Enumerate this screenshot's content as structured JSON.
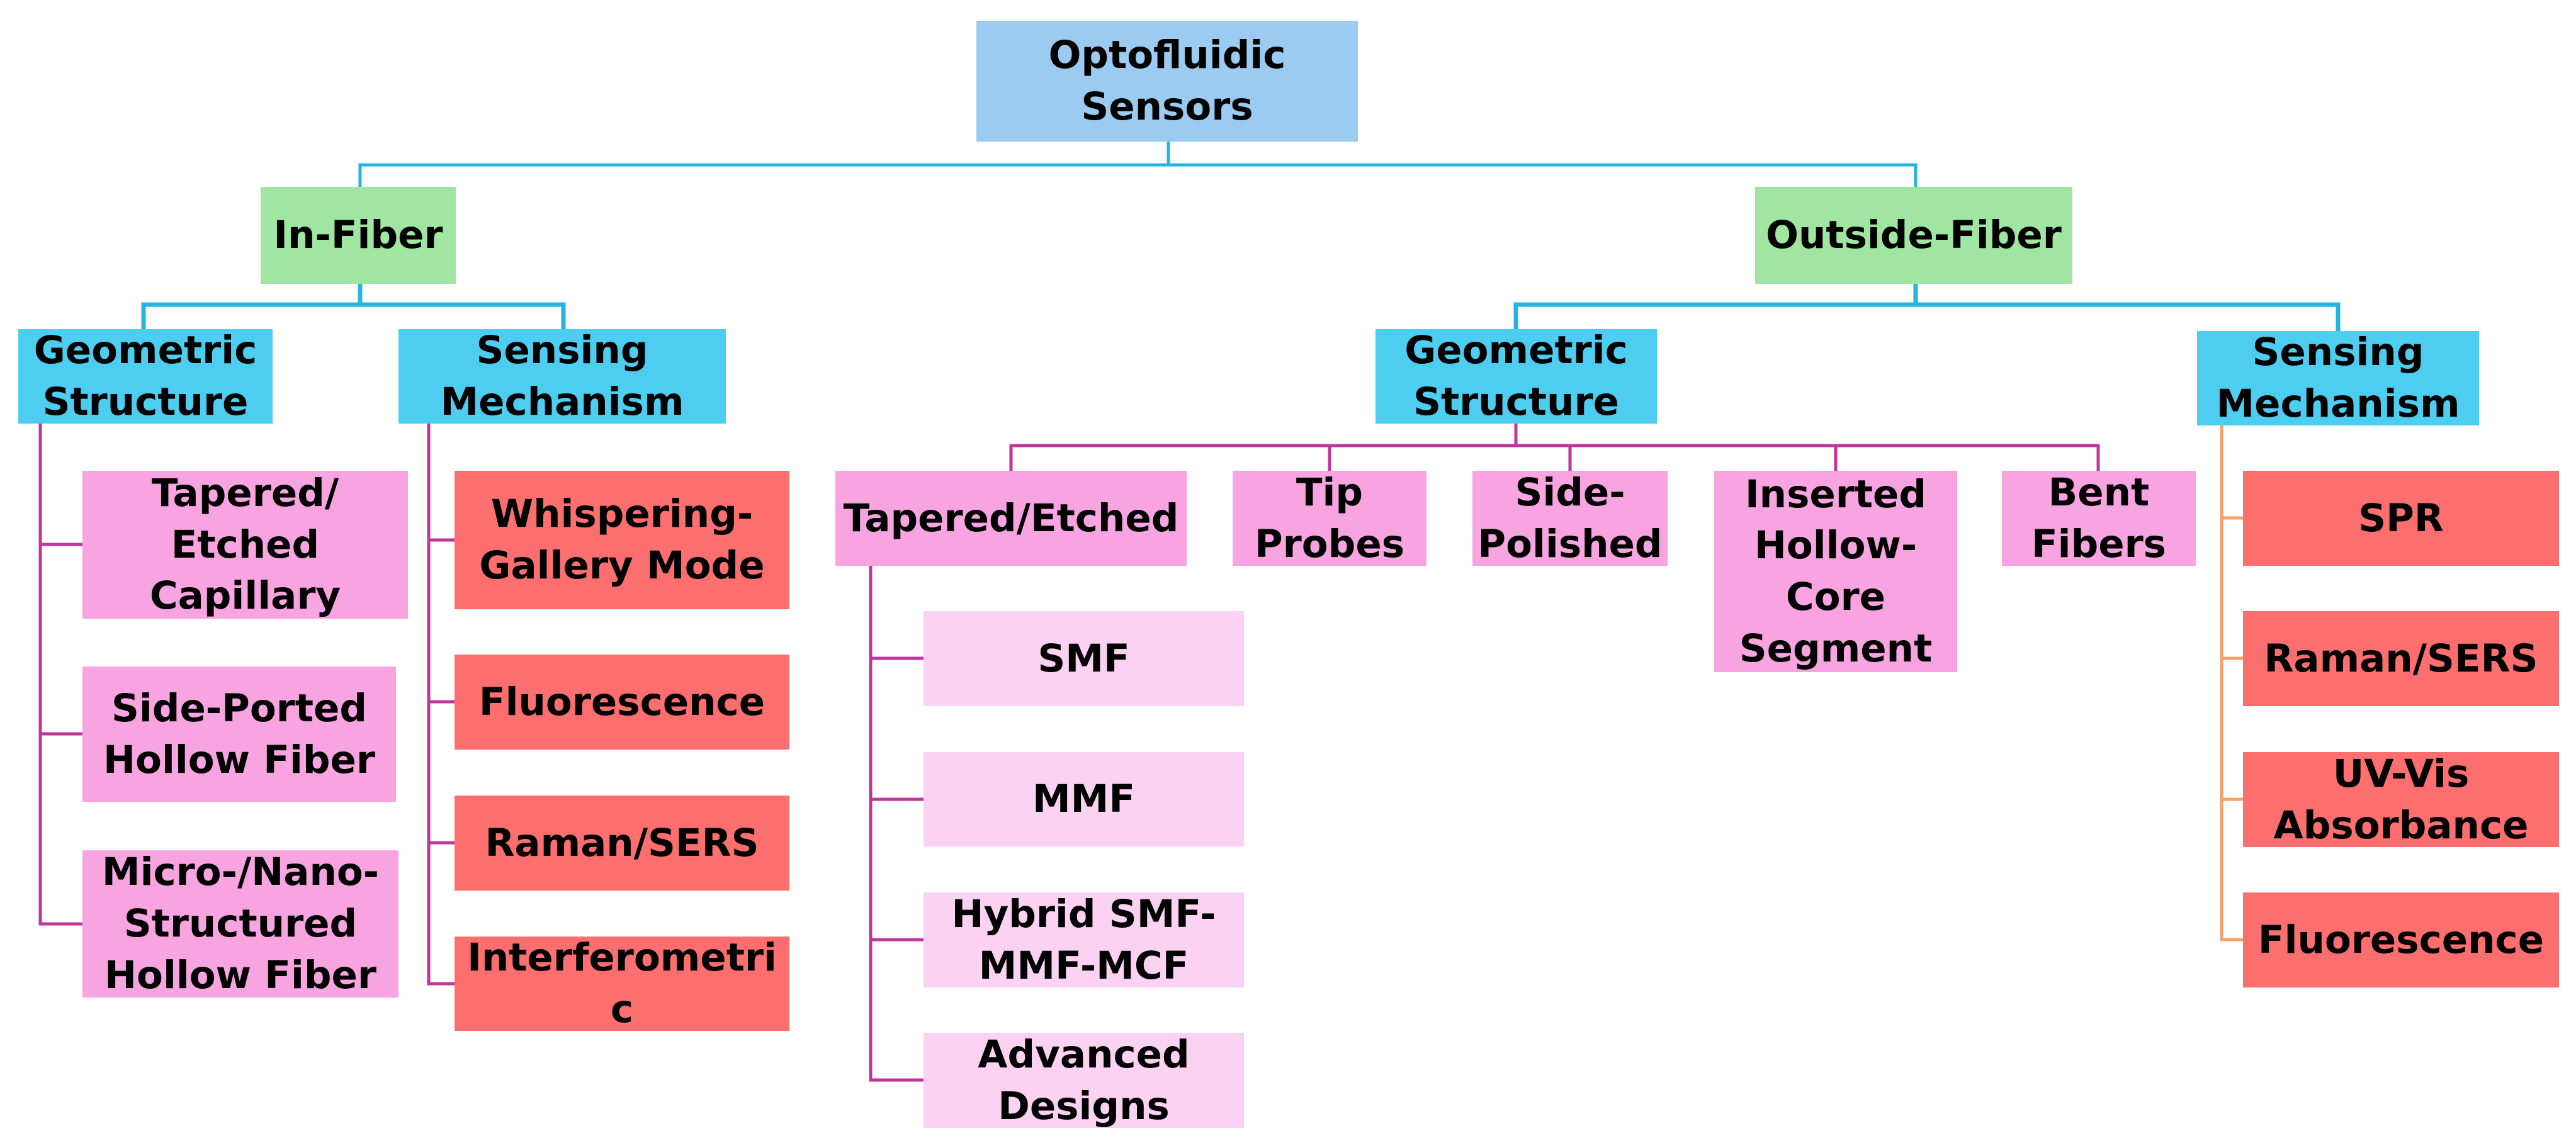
{
  "colors": {
    "root": "#9bcbf0",
    "top_branch": "#a0e6a2",
    "category": "#4dcdf0",
    "structure": "#f7a4e1",
    "variant": "#fbd2f2",
    "mechanism": "#fd6e6e",
    "blue_line": "#26b4e0",
    "magenta_line": "#c0359c",
    "orange_line": "#f8a06a"
  },
  "nodes": {
    "root": {
      "label": "Optofluidic\nSensors"
    },
    "in_fiber": {
      "label": "In-Fiber"
    },
    "outside_fiber": {
      "label": "Outside-Fiber"
    },
    "in_geometric": {
      "label": "Geometric\nStructure"
    },
    "in_sensing": {
      "label": "Sensing\nMechanism"
    },
    "out_geometric": {
      "label": "Geometric\nStructure"
    },
    "out_sensing": {
      "label": "Sensing\nMechanism"
    },
    "in_geo_tapered": {
      "label": "Tapered/\nEtched\nCapillary"
    },
    "in_geo_sideported": {
      "label": "Side-Ported\nHollow Fiber"
    },
    "in_geo_micronano": {
      "label": "Micro-/Nano-\nStructured\nHollow Fiber"
    },
    "in_sens_wgm": {
      "label": "Whispering-\nGallery Mode"
    },
    "in_sens_fluor": {
      "label": "Fluorescence"
    },
    "in_sens_raman": {
      "label": "Raman/SERS"
    },
    "in_sens_interf": {
      "label": "Interferometri\nc"
    },
    "out_geo_tapered": {
      "label": "Tapered/Etched"
    },
    "out_geo_tip": {
      "label": "Tip\nProbes"
    },
    "out_geo_sidepol": {
      "label": "Side-\nPolished"
    },
    "out_geo_inserted": {
      "label": "Inserted\nHollow-\nCore\nSegment"
    },
    "out_geo_bent": {
      "label": "Bent\nFibers"
    },
    "out_tap_smf": {
      "label": "SMF"
    },
    "out_tap_mmf": {
      "label": "MMF"
    },
    "out_tap_hybrid": {
      "label": "Hybrid SMF-\nMMF-MCF"
    },
    "out_tap_advanced": {
      "label": "Advanced\nDesigns"
    },
    "out_sens_spr": {
      "label": "SPR"
    },
    "out_sens_raman": {
      "label": "Raman/SERS"
    },
    "out_sens_uvvis": {
      "label": "UV-Vis\nAbsorbance"
    },
    "out_sens_fluor": {
      "label": "Fluorescence"
    }
  }
}
